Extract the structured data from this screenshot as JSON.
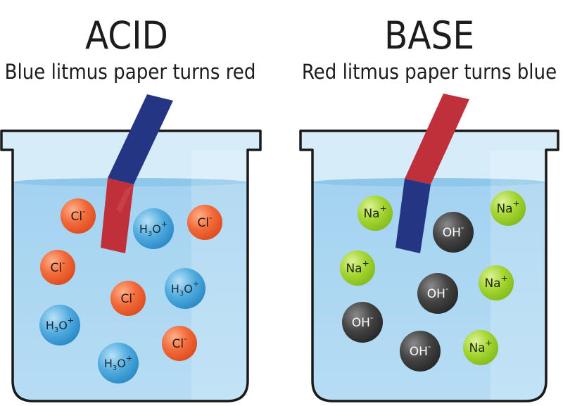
{
  "acid": {
    "title": "ACID",
    "subtitle": "Blue litmus paper turns red",
    "strip_top_color": "#233583",
    "strip_bottom_color": "#c0303a",
    "ions": [
      {
        "label": "Cl",
        "charge": "-",
        "kind": "chloride"
      },
      {
        "label": "H3O",
        "charge": "+",
        "kind": "hydronium"
      },
      {
        "label": "Cl",
        "charge": "-",
        "kind": "chloride"
      },
      {
        "label": "Cl",
        "charge": "-",
        "kind": "chloride"
      },
      {
        "label": "Cl",
        "charge": "-",
        "kind": "chloride"
      },
      {
        "label": "H3O",
        "charge": "+",
        "kind": "hydronium"
      },
      {
        "label": "H3O",
        "charge": "+",
        "kind": "hydronium"
      },
      {
        "label": "Cl",
        "charge": "-",
        "kind": "chloride"
      },
      {
        "label": "H3O",
        "charge": "+",
        "kind": "hydronium"
      }
    ]
  },
  "base": {
    "title": "BASE",
    "subtitle": "Red litmus paper turns blue",
    "strip_top_color": "#c0303a",
    "strip_bottom_color": "#233583",
    "ions": [
      {
        "label": "Na",
        "charge": "+",
        "kind": "sodium"
      },
      {
        "label": "OH",
        "charge": "-",
        "kind": "hydroxide"
      },
      {
        "label": "Na",
        "charge": "+",
        "kind": "sodium"
      },
      {
        "label": "Na",
        "charge": "+",
        "kind": "sodium"
      },
      {
        "label": "OH",
        "charge": "-",
        "kind": "hydroxide"
      },
      {
        "label": "Na",
        "charge": "+",
        "kind": "sodium"
      },
      {
        "label": "OH",
        "charge": "-",
        "kind": "hydroxide"
      },
      {
        "label": "OH",
        "charge": "-",
        "kind": "hydroxide"
      },
      {
        "label": "Na",
        "charge": "+",
        "kind": "sodium"
      }
    ]
  },
  "colors": {
    "chloride": "#f26a3a",
    "hydronium": "#3d9fd9",
    "sodium": "#9bd12c",
    "hydroxide": "#3e3e3e",
    "liquid": "#a9d6f2",
    "glass": "#cfe9f8",
    "outline": "#1a1a1a"
  }
}
